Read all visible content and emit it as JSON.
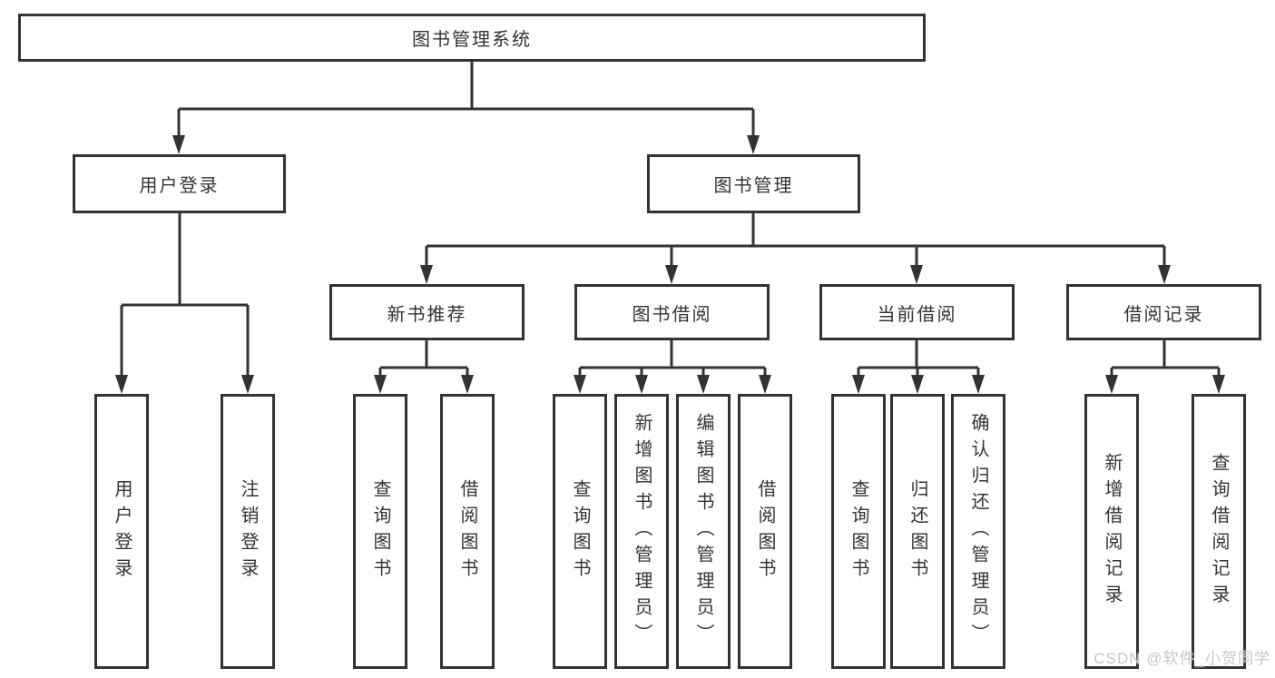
{
  "colors": {
    "line": "#333333",
    "box_border": "#333333",
    "text": "#333333",
    "background": "#ffffff",
    "watermark": "#c6c6c6"
  },
  "nodes": {
    "root": {
      "label": "图书管理系统"
    },
    "user_login": {
      "label": "用户登录"
    },
    "book_mgmt": {
      "label": "图书管理"
    },
    "new_book_rec": {
      "label": "新书推荐"
    },
    "book_borrow": {
      "label": "图书借阅"
    },
    "current_borrow": {
      "label": "当前借阅"
    },
    "borrow_records": {
      "label": "借阅记录"
    },
    "ul_user_login": {
      "label": "用户登录"
    },
    "ul_logout": {
      "label": "注销登录"
    },
    "nb_query_books": {
      "label": "查询图书"
    },
    "nb_borrow_books": {
      "label": "借阅图书"
    },
    "bb_query_books": {
      "label": "查询图书"
    },
    "bb_add_books": {
      "label": "新增图书（管理员）"
    },
    "bb_edit_books": {
      "label": "编辑图书（管理员）"
    },
    "bb_borrow_books": {
      "label": "借阅图书"
    },
    "cb_query_books": {
      "label": "查询图书"
    },
    "cb_return_books": {
      "label": "归还图书"
    },
    "cb_confirm_return": {
      "label": "确认归还（管理员）"
    },
    "br_add_record": {
      "label": "新增借阅记录"
    },
    "br_query_record": {
      "label": "查询借阅记录"
    }
  },
  "watermark": {
    "text": "CSDN @软件_小贺同学"
  }
}
